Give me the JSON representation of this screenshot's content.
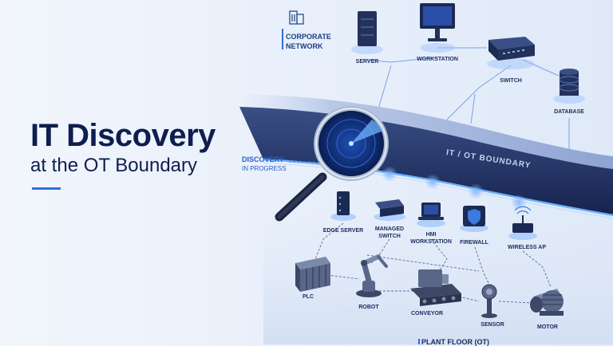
{
  "title": {
    "line1": "IT Discovery",
    "line2": "at the OT Boundary"
  },
  "corporate_label": {
    "line1": "CORPORATE",
    "line2": "NETWORK"
  },
  "discovery_label": {
    "line1": "DISCOVERY",
    "line2": "IN PROGRESS"
  },
  "boundary_label": "IT / OT BOUNDARY",
  "footer_label": "PLANT FLOOR (OT)",
  "it_nodes": [
    {
      "label": "SERVER",
      "icon": "server-icon"
    },
    {
      "label": "WORKSTATION",
      "icon": "monitor-icon"
    },
    {
      "label": "SWITCH",
      "icon": "network-switch-icon"
    },
    {
      "label": "DATABASE",
      "icon": "database-icon"
    }
  ],
  "boundary_nodes": [
    {
      "label": "EDGE SERVER",
      "icon": "edge-server-icon"
    },
    {
      "label": "MANAGED",
      "label2": "SWITCH",
      "icon": "managed-switch-icon"
    },
    {
      "label": "HMI",
      "label2": "WORKSTATION",
      "icon": "hmi-icon"
    },
    {
      "label": "FIREWALL",
      "icon": "firewall-icon"
    },
    {
      "label": "WIRELESS AP",
      "icon": "wireless-ap-icon"
    }
  ],
  "ot_nodes": [
    {
      "label": "PLC",
      "icon": "plc-icon"
    },
    {
      "label": "ROBOT",
      "icon": "robot-arm-icon"
    },
    {
      "label": "CONVEYOR",
      "icon": "conveyor-icon"
    },
    {
      "label": "SENSOR",
      "icon": "sensor-icon"
    },
    {
      "label": "MOTOR",
      "icon": "motor-icon"
    }
  ],
  "colors": {
    "navy": "#0e1e4e",
    "accent": "#2f6fd8",
    "glow": "#5aa0ff",
    "device": "#24325a"
  }
}
